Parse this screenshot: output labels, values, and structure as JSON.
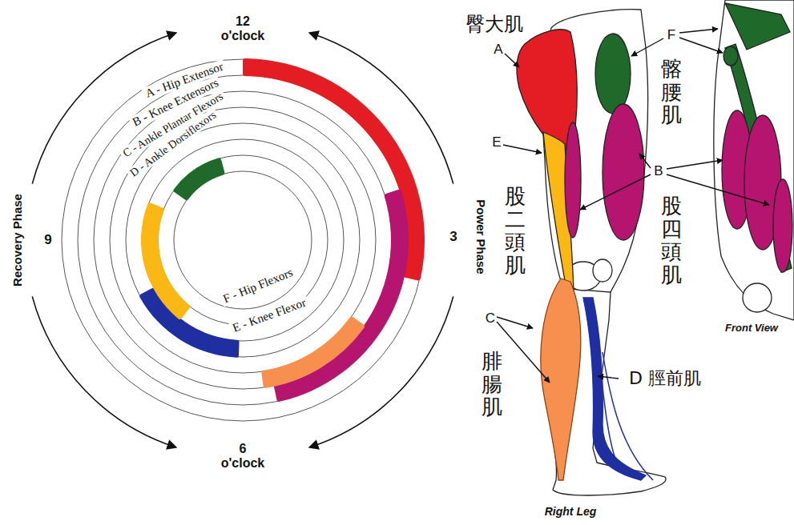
{
  "diagram": {
    "labels": [
      "12 o'clock",
      "Recovery Phase",
      "9",
      "Power Phase",
      "3",
      "6 o'clock",
      "A - Hip Extensor",
      "B - Knee Extensors",
      "C - Ankle Plantar Flexors",
      "D - Ankle Dorsiflexors",
      "F - Hip Flexors",
      "E - Knee Flexor",
      "臀大肌",
      "A",
      "E",
      "股二頭肌",
      "C",
      "腓腸肌",
      "F",
      "髂腰肌",
      "B",
      "股四頭肌",
      "D 脛前肌",
      "Front View",
      "Right Leg"
    ]
  }
}
